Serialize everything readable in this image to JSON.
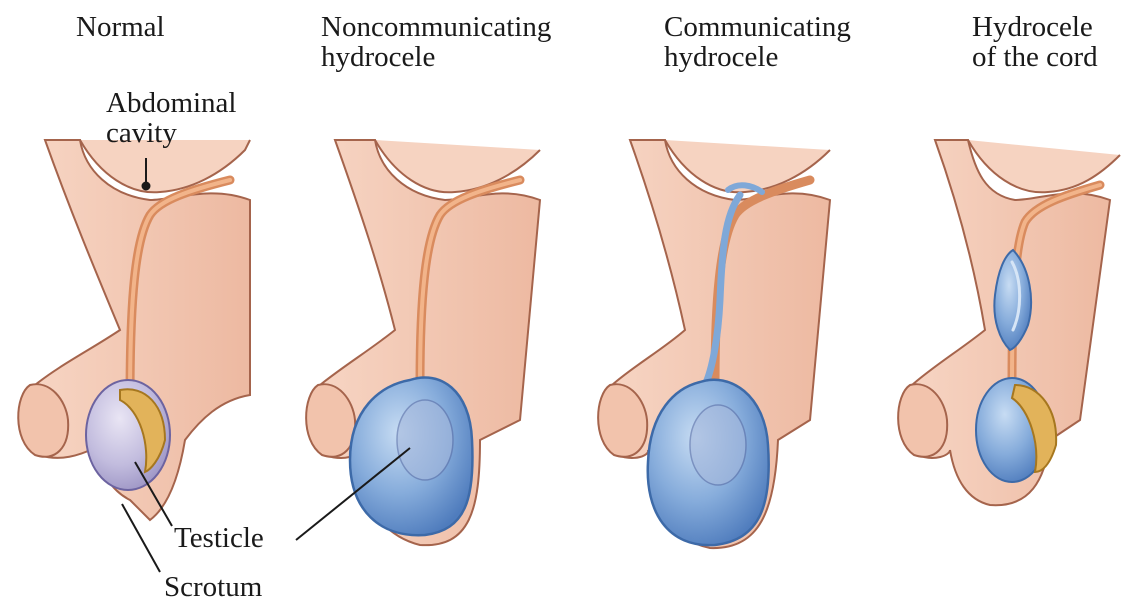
{
  "panels": [
    {
      "id": "normal",
      "title_lines": [
        "Normal"
      ]
    },
    {
      "id": "noncommunicating",
      "title_lines": [
        "Noncommunicating",
        "hydrocele"
      ]
    },
    {
      "id": "communicating",
      "title_lines": [
        "Communicating",
        "hydrocele"
      ]
    },
    {
      "id": "cord",
      "title_lines": [
        "Hydrocele",
        "of the cord"
      ]
    }
  ],
  "labels": {
    "abdominal_cavity": [
      "Abdominal",
      "cavity"
    ],
    "testicle": "Testicle",
    "scrotum": "Scrotum"
  },
  "colors": {
    "skin": "#f4c9b4",
    "skin_shade": "#e3a58c",
    "skin_outline": "#a5644c",
    "cord": "#e8a070",
    "cord_outline": "#b06a3c",
    "fluid": "#7fa8d8",
    "fluid_light": "#b5d0ee",
    "fluid_outline": "#3d6aa8",
    "testis": "#c9c3e0",
    "epididymis": "#e2b35a"
  }
}
